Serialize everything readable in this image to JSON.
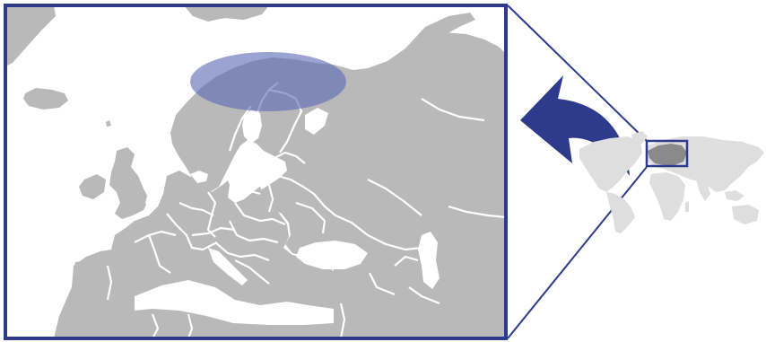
{
  "colors": {
    "background": "#ffffff",
    "sea": "#ffffff",
    "land_zoom": "#b9b9b9",
    "land_world": "#dedede",
    "borders": "#ffffff",
    "frame": "#2e3a8c",
    "arrow": "#2e3a8c",
    "highlight": "#5d6bb8"
  },
  "highlight": {
    "region_shape": "ellipse",
    "opacity": 0.62
  },
  "inset": {
    "view": "world-map",
    "marker_region": "europe"
  },
  "icons": {
    "arrow": "curved-arrow-icon"
  }
}
